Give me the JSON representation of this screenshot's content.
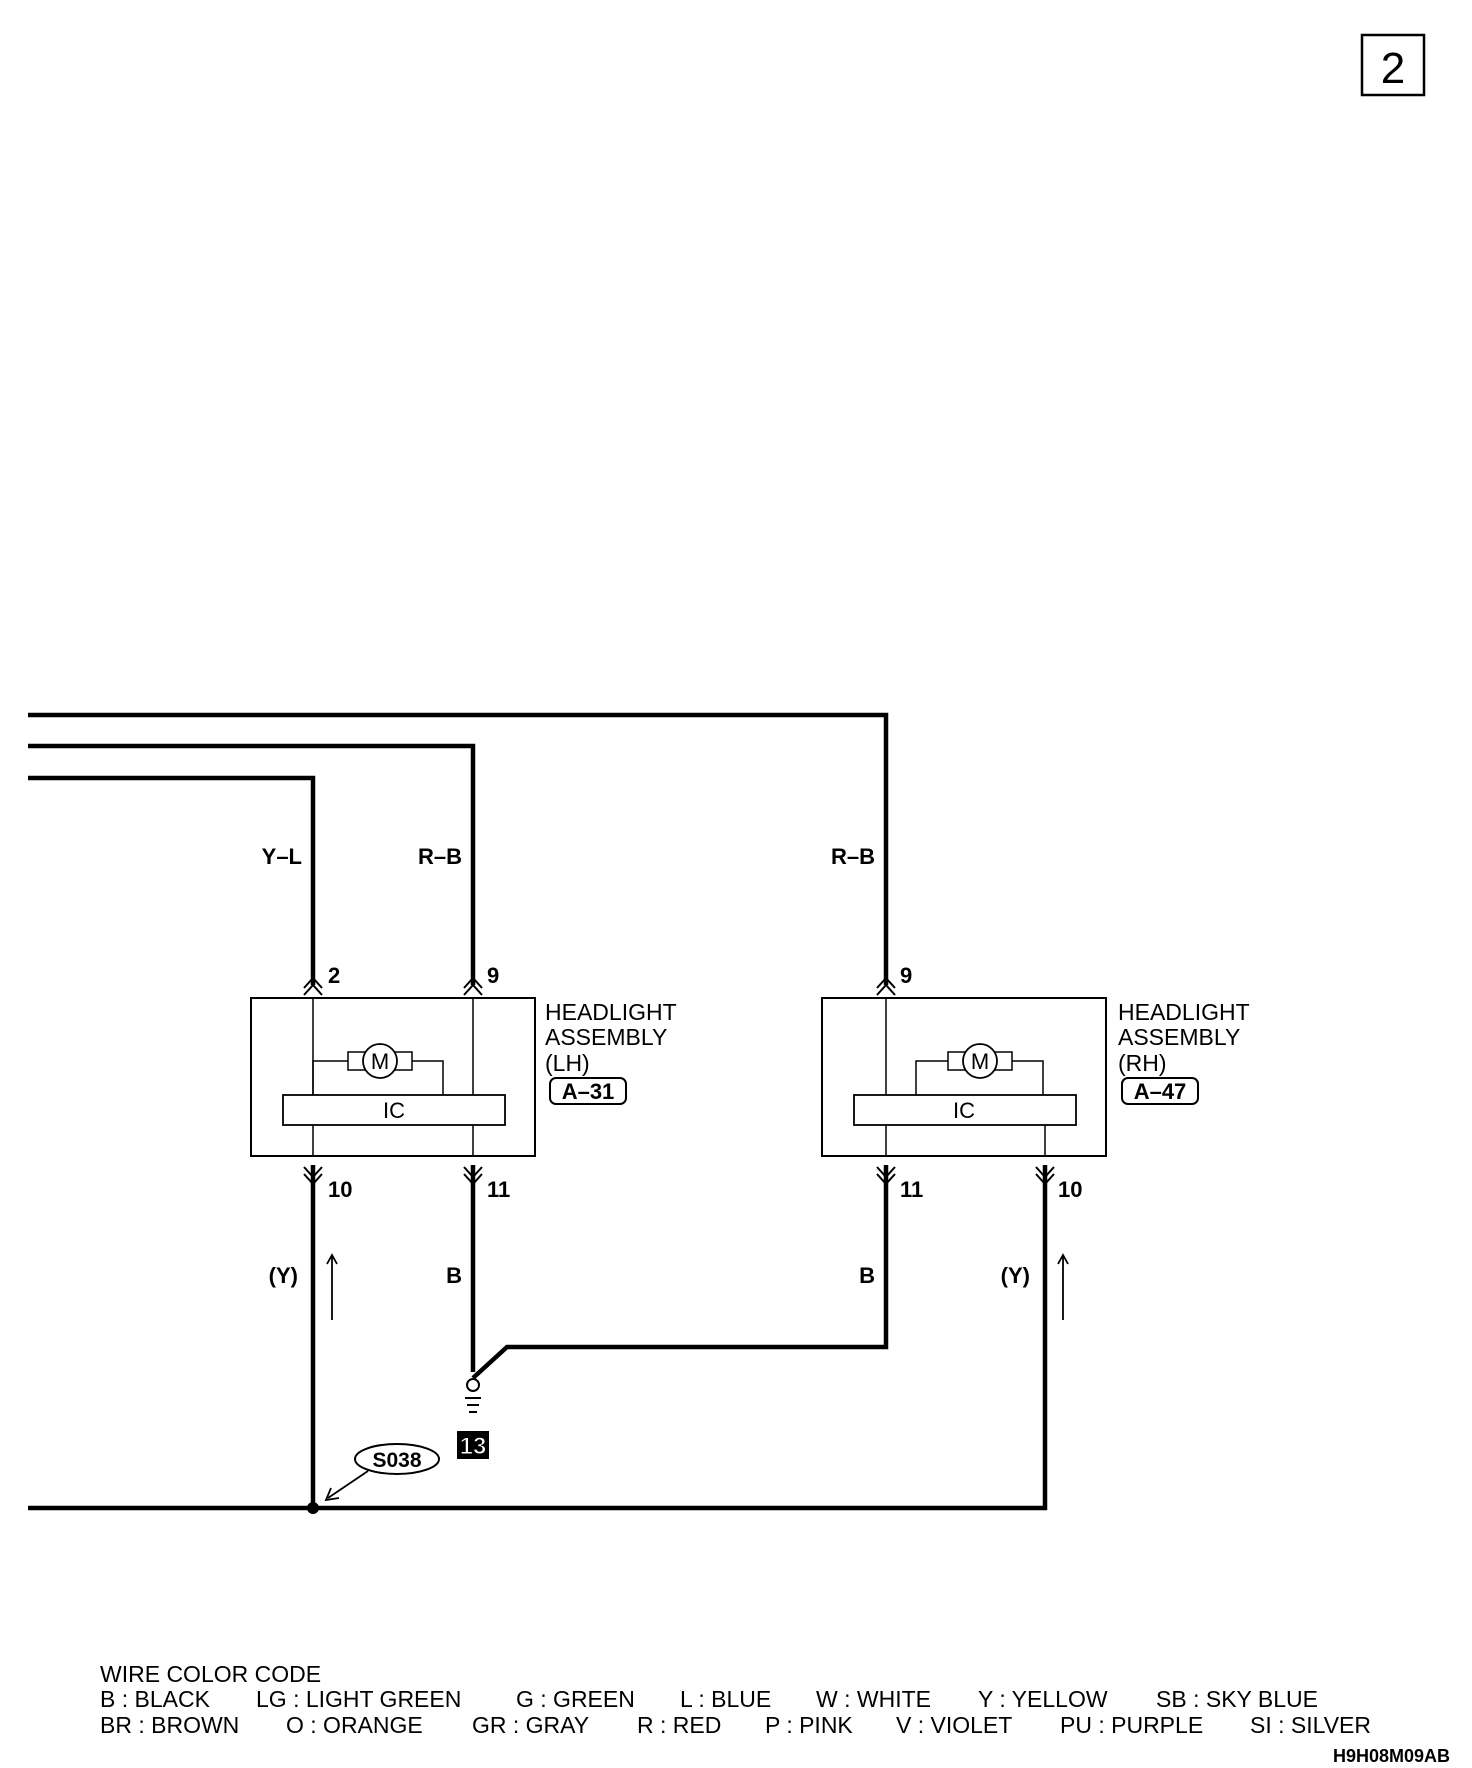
{
  "page_number": "2",
  "wires": {
    "yl": "Y–L",
    "rb_lh": "R–B",
    "rb_rh": "R–B",
    "b_lh": "B",
    "b_rh": "B",
    "y_lh": "(Y)",
    "y_rh": "(Y)"
  },
  "headlight_lh": {
    "name_line1": "HEADLIGHT",
    "name_line2": "ASSEMBLY",
    "side": "(LH)",
    "connector": "A–31",
    "ic_label": "IC",
    "motor_label": "M",
    "pins": {
      "top_left": "2",
      "top_right": "9",
      "bottom_left": "10",
      "bottom_right": "11"
    }
  },
  "headlight_rh": {
    "name_line1": "HEADLIGHT",
    "name_line2": "ASSEMBLY",
    "side": "(RH)",
    "connector": "A–47",
    "ic_label": "IC",
    "motor_label": "M",
    "pins": {
      "top": "9",
      "bottom_left": "11",
      "bottom_right": "10"
    }
  },
  "ground_number": "13",
  "splice": "S038",
  "legend": {
    "title": "WIRE COLOR CODE",
    "row1": [
      "B : BLACK",
      "LG : LIGHT GREEN",
      "G : GREEN",
      "L : BLUE",
      "W : WHITE",
      "Y : YELLOW",
      "SB : SKY BLUE"
    ],
    "row2": [
      "BR : BROWN",
      "O : ORANGE",
      "GR : GRAY",
      "R : RED",
      "P : PINK",
      "V : VIOLET",
      "PU : PURPLE",
      "SI : SILVER"
    ]
  },
  "figure_code": "H9H08M09AB"
}
